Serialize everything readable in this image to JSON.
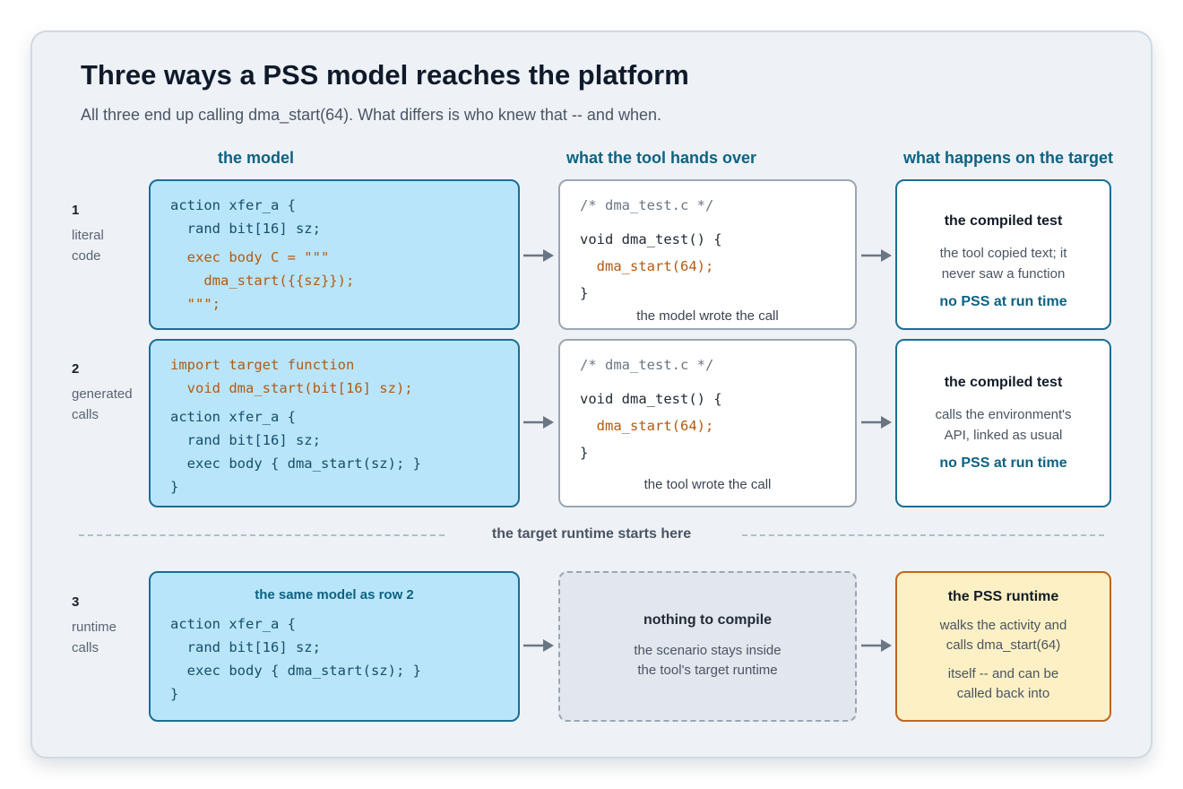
{
  "title": "Three ways a PSS model reaches the platform",
  "subtitle": "All three end up calling dma_start(64). What differs is who knew that -- and when.",
  "columns": {
    "model": "the model",
    "handover": "what the tool hands over",
    "target": "what happens on the target"
  },
  "divider_label": "the target runtime starts here",
  "rows": [
    {
      "num": "1",
      "label_line1": "literal",
      "label_line2": "code",
      "model_code": {
        "l1": "action xfer_a {",
        "l2": "  rand bit[16] sz;",
        "l3": "  exec body C = \"\"\"",
        "l4": "    dma_start({{sz}});",
        "l5": "  \"\"\";"
      },
      "handover": {
        "comment": "/* dma_test.c */",
        "sig": "void dma_test() {",
        "call": "  dma_start(64);",
        "close": "}",
        "note": "the model wrote the call"
      },
      "target": {
        "head": "the compiled test",
        "line1": "the tool copied text; it",
        "line2": "never saw a function",
        "strong": "no PSS at run time"
      }
    },
    {
      "num": "2",
      "label_line1": "generated",
      "label_line2": "calls",
      "model_code": {
        "l1": "import target function",
        "l2": "  void dma_start(bit[16] sz);",
        "l3": "action xfer_a {",
        "l4": "  rand bit[16] sz;",
        "l5": "  exec body { dma_start(sz); }",
        "l6": "}"
      },
      "handover": {
        "comment": "/* dma_test.c */",
        "sig": "void dma_test() {",
        "call": "  dma_start(64);",
        "close": "}",
        "note": "the tool wrote the call"
      },
      "target": {
        "head": "the compiled test",
        "line1": "calls the environment's",
        "line2": "API, linked as usual",
        "strong": "no PSS at run time"
      }
    },
    {
      "num": "3",
      "label_line1": "runtime",
      "label_line2": "calls",
      "model_head": "the same model as row 2",
      "model_code": {
        "l1": "action xfer_a {",
        "l2": "  rand bit[16] sz;",
        "l3": "  exec body { dma_start(sz); }",
        "l4": "}"
      },
      "handover": {
        "head": "nothing to compile",
        "line1": "the scenario stays inside",
        "line2": "the tool's target runtime"
      },
      "target": {
        "head": "the PSS runtime",
        "line1": "walks the activity and",
        "line2": "calls dma_start(64)",
        "line3": "itself -- and can be",
        "line4": "called back into"
      }
    }
  ],
  "colors": {
    "model_fill": "#b9e5fb",
    "model_border": "#1c6d93",
    "runtime_fill": "#fdf0c4",
    "runtime_border": "#c0651c",
    "accent": "#0d6282",
    "code_orange": "#b35a12"
  }
}
